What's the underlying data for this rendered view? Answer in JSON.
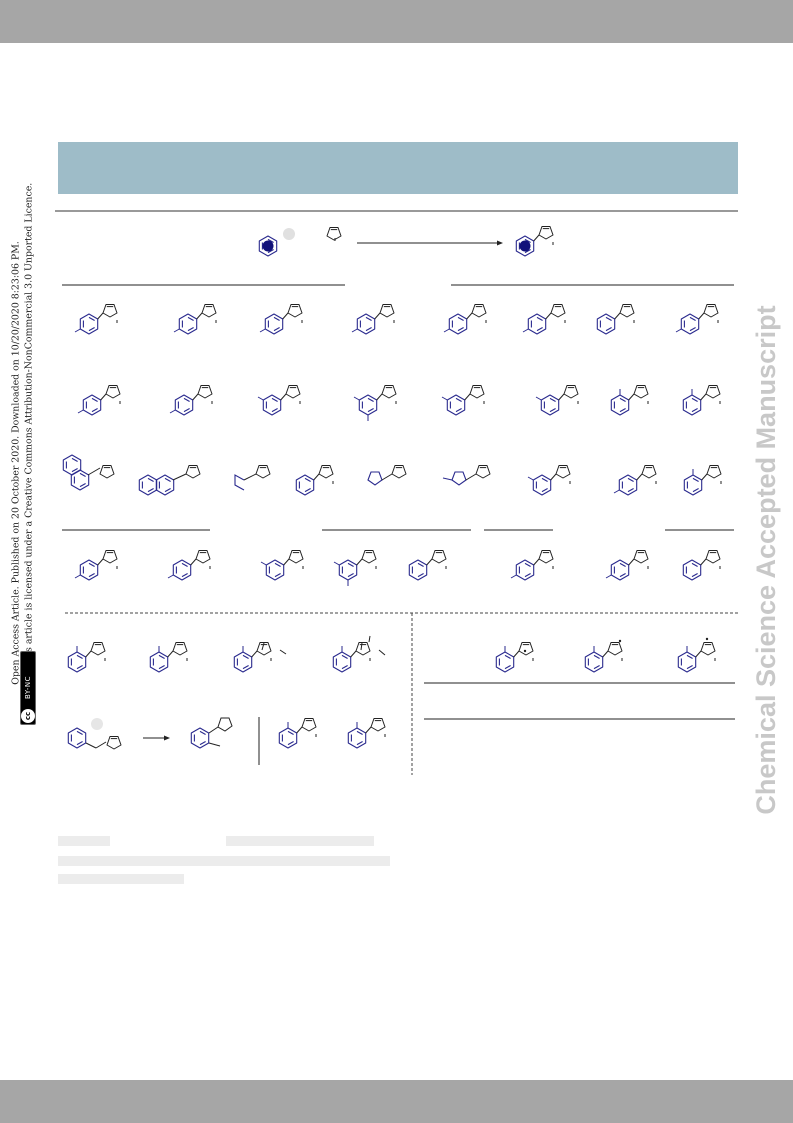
{
  "watermark": "Chemical Science Accepted Manuscript",
  "license": {
    "line1": "Open Access Article. Published on 20 October 2020. Downloaded on 10/20/2020 8:23:06 PM.",
    "line2": "This article is licensed under a Creative Commons Attribution-NonCommercial 3.0 Unported Licence.",
    "badge_cc": "cc",
    "badge_text": "BY-NC"
  },
  "colors": {
    "structure": "#2a2a8e",
    "header_bar": "#a6a6a6",
    "banner": "#9ebcc8",
    "watermark": "#c8c8c8",
    "rule": "#999999"
  },
  "icons": [
    "arene-icon",
    "thiophene-icon",
    "reaction-arrow-icon",
    "radical-dot-icon"
  ]
}
